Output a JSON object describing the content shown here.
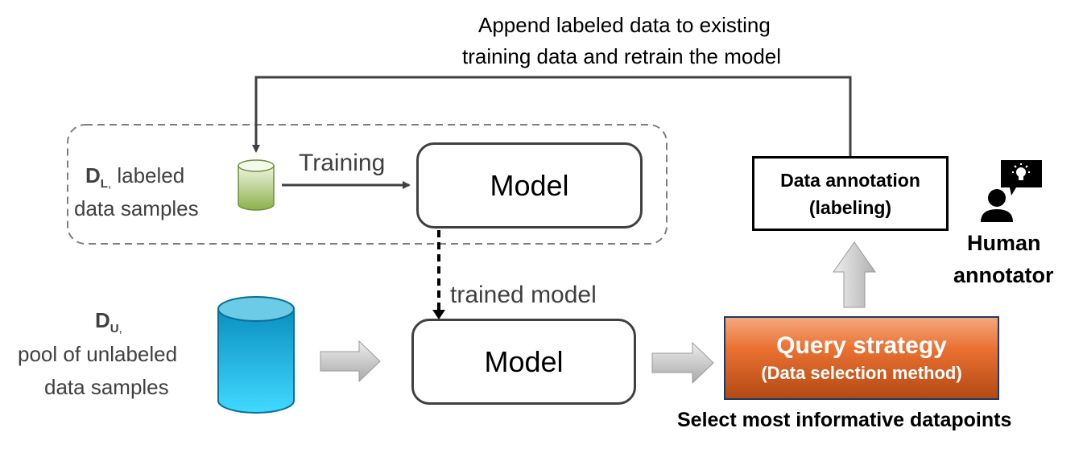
{
  "feedback_caption": {
    "line1": "Append labeled data to existing",
    "line2": "training data and retrain the model"
  },
  "labeled_set": {
    "symbol": "D",
    "subscript": "L",
    "separator": ",",
    "desc_line1": "labeled",
    "desc_line2": "data samples"
  },
  "training_label": "Training",
  "model_top_label": "Model",
  "trained_model_label": "trained model",
  "unlabeled_set": {
    "symbol": "D",
    "subscript": "U",
    "separator": ",",
    "desc_line1": "pool of unlabeled",
    "desc_line2": "data samples"
  },
  "model_bottom_label": "Model",
  "query_strategy": {
    "title": "Query strategy",
    "subtitle": "(Data selection method)",
    "caption": "Select most informative datapoints"
  },
  "annotation_box": {
    "line1": "Data annotation",
    "line2": "(labeling)"
  },
  "human": {
    "line1": "Human",
    "line2": "annotator"
  },
  "colors": {
    "labeled_db": "#9bbb59",
    "unlabeled_db": "#1fb6e0",
    "query_box": "#e46c2a",
    "block_arrow": "#c8c8c8"
  }
}
